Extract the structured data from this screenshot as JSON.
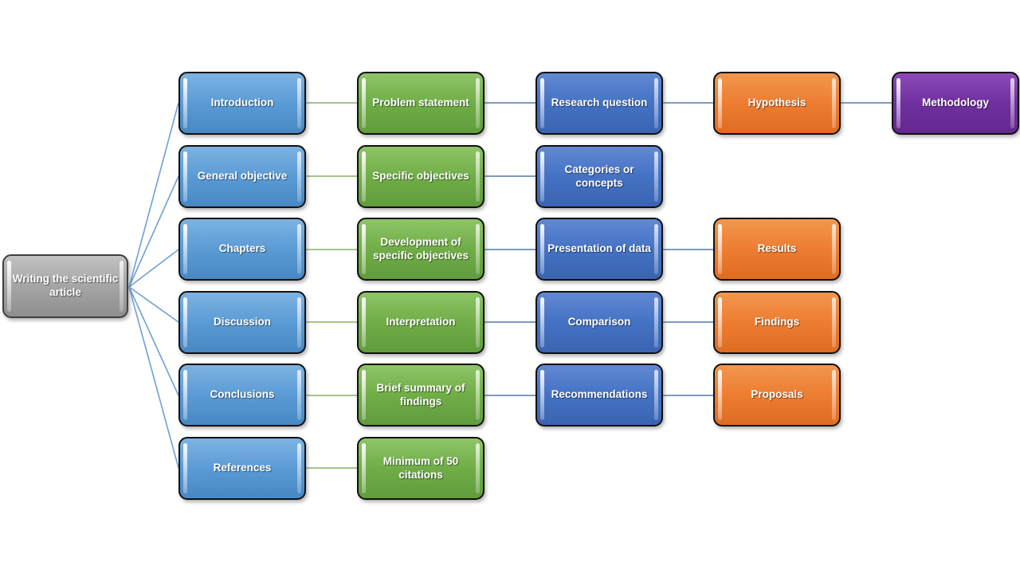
{
  "diagram": {
    "nodes": {
      "root": "Writing the scientific article",
      "introduction": "Introduction",
      "problem_statement": "Problem statement",
      "research_question": "Research question",
      "hypothesis": "Hypothesis",
      "methodology": "Methodology",
      "general_objective": "General objective",
      "specific_objectives": "Specific objectives",
      "categories_concepts": "Categories or concepts",
      "chapters": "Chapters",
      "development_specific_objectives": "Development of specific objectives",
      "presentation_of_data": "Presentation of data",
      "results": "Results",
      "discussion": "Discussion",
      "interpretation": "Interpretation",
      "comparison": "Comparison",
      "findings": "Findings",
      "conclusions": "Conclusions",
      "brief_summary_findings": "Brief summary of findings",
      "recommendations": "Recommendations",
      "proposals": "Proposals",
      "references": "References",
      "minimum_citations": "Minimum of 50 citations"
    },
    "edges": [
      [
        "root",
        "introduction"
      ],
      [
        "root",
        "general_objective"
      ],
      [
        "root",
        "chapters"
      ],
      [
        "root",
        "discussion"
      ],
      [
        "root",
        "conclusions"
      ],
      [
        "root",
        "references"
      ],
      [
        "introduction",
        "problem_statement"
      ],
      [
        "problem_statement",
        "research_question"
      ],
      [
        "research_question",
        "hypothesis"
      ],
      [
        "hypothesis",
        "methodology"
      ],
      [
        "general_objective",
        "specific_objectives"
      ],
      [
        "specific_objectives",
        "categories_concepts"
      ],
      [
        "chapters",
        "development_specific_objectives"
      ],
      [
        "development_specific_objectives",
        "presentation_of_data"
      ],
      [
        "presentation_of_data",
        "results"
      ],
      [
        "discussion",
        "interpretation"
      ],
      [
        "interpretation",
        "comparison"
      ],
      [
        "comparison",
        "findings"
      ],
      [
        "conclusions",
        "brief_summary_findings"
      ],
      [
        "brief_summary_findings",
        "recommendations"
      ],
      [
        "recommendations",
        "proposals"
      ],
      [
        "references",
        "minimum_citations"
      ]
    ],
    "colors": {
      "root_gray": "#a5a5a5",
      "level1_light_blue": "#5b9bd5",
      "level2_green": "#70ad47",
      "level3_blue": "#4472c4",
      "level4_orange": "#ed7d31",
      "level5_purple": "#7030a0",
      "fan_line_blue": "#6fa0d8",
      "connector_green": "#a6c58c",
      "connector_blue_gray": "#7e9ac1",
      "node_text": "#ffffff",
      "node_border": "#101010"
    }
  }
}
